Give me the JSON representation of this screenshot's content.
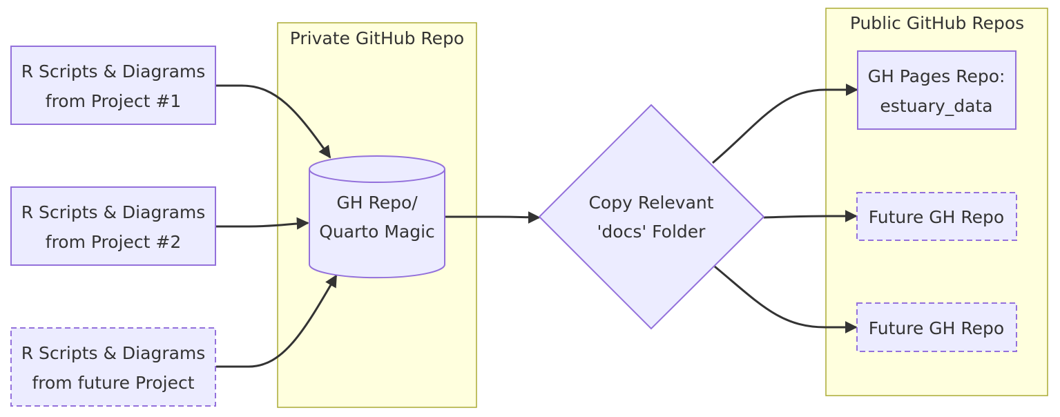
{
  "colors": {
    "node_fill": "#ECECFF",
    "node_stroke": "#9370DB",
    "cluster_fill": "#FFFFDE",
    "cluster_stroke": "#AAAA33",
    "edge": "#333333",
    "text": "#333333"
  },
  "clusters": {
    "private": {
      "title": "Private GitHub Repo"
    },
    "public": {
      "title": "Public GitHub Repos"
    }
  },
  "nodes": {
    "project1": {
      "line1": "R Scripts & Diagrams",
      "line2": "from Project #1",
      "shape": "rectangle",
      "border": "solid"
    },
    "project2": {
      "line1": "R Scripts & Diagrams",
      "line2": "from Project #2",
      "shape": "rectangle",
      "border": "solid"
    },
    "future_project": {
      "line1": "R Scripts & Diagrams",
      "line2": "from future Project",
      "shape": "rectangle",
      "border": "dashed"
    },
    "quarto": {
      "line1": "GH Repo/",
      "line2": "Quarto Magic",
      "shape": "cylinder",
      "border": "solid"
    },
    "copy": {
      "line1": "Copy Relevant",
      "line2": "'docs' Folder",
      "shape": "diamond",
      "border": "solid"
    },
    "ghpages": {
      "line1": "GH Pages Repo:",
      "line2": "estuary_data",
      "shape": "rectangle",
      "border": "solid"
    },
    "future_repo1": {
      "line1": "Future GH Repo",
      "shape": "rectangle",
      "border": "dashed"
    },
    "future_repo2": {
      "line1": "Future GH Repo",
      "shape": "rectangle",
      "border": "dashed"
    }
  },
  "edges": [
    {
      "from": "project1",
      "to": "quarto"
    },
    {
      "from": "project2",
      "to": "quarto"
    },
    {
      "from": "future_project",
      "to": "quarto"
    },
    {
      "from": "quarto",
      "to": "copy"
    },
    {
      "from": "copy",
      "to": "ghpages"
    },
    {
      "from": "copy",
      "to": "future_repo1"
    },
    {
      "from": "copy",
      "to": "future_repo2"
    }
  ]
}
